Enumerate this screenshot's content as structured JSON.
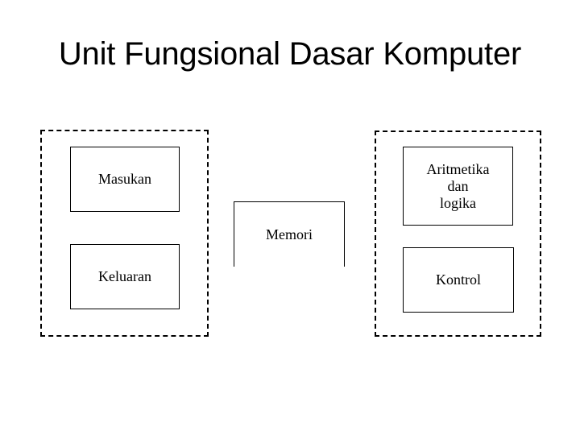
{
  "slide": {
    "title": "Unit Fungsional Dasar Komputer",
    "background_color": "#ffffff",
    "line_color": "#000000",
    "text_color": "#000000"
  },
  "groups": {
    "input_output": {
      "name": "input-output-group",
      "border_style": "dashed",
      "units": [
        {
          "label": "Masukan"
        },
        {
          "label": "Keluaran"
        }
      ]
    },
    "cpu": {
      "name": "cpu-group",
      "border_style": "dashed",
      "units": [
        {
          "label": "Aritmetika\ndan\nlogika"
        },
        {
          "label": "Kontrol"
        }
      ]
    },
    "memory": {
      "name": "memory-group",
      "border_style": "solid-open-bottom",
      "units": [
        {
          "label": "Memori"
        }
      ]
    }
  }
}
